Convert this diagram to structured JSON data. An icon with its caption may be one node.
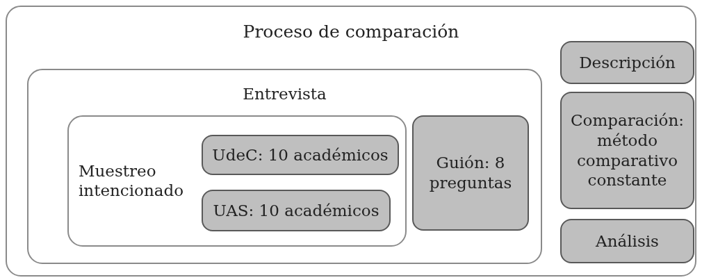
{
  "diagram": {
    "nodes": [
      {
        "text": [
          "Proceso de comparación"
        ]
      },
      {
        "text": [
          "Entrevista"
        ],
        "in": 0
      },
      {
        "text": [
          "Muestreo intencionado"
        ],
        "in": 1
      },
      {
        "text": [
          "UdeC: 10 académicos"
        ],
        "in": 2
      },
      {
        "text": [
          "UAS: 10 académicos"
        ],
        "in": 2
      },
      {
        "text": [
          "Guión: 8 preguntas"
        ],
        "in": 1
      },
      {
        "text": [
          "Descripción"
        ],
        "in": 0
      },
      {
        "text": [
          "Comparación: método comparativo constante"
        ],
        "in": 0
      },
      {
        "text": [
          "Análisis"
        ],
        "in": 0
      }
    ]
  }
}
